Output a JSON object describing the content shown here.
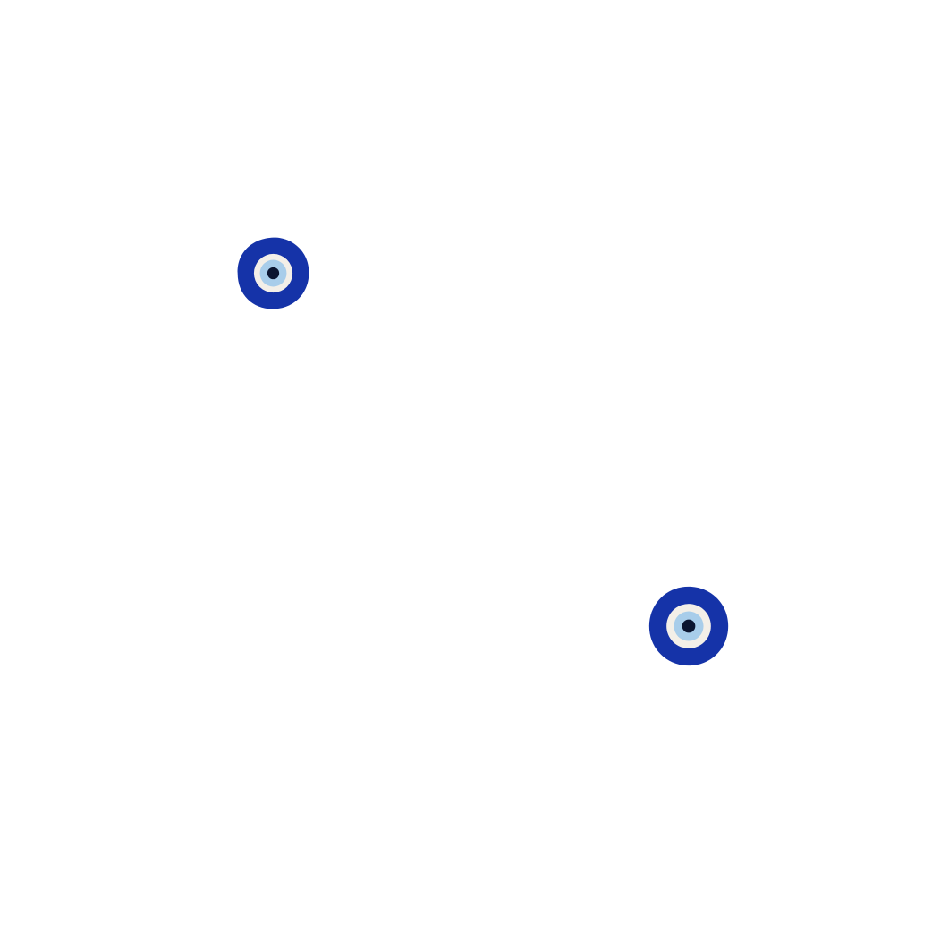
{
  "scene": {
    "background_color": "#ffffff",
    "objects": [
      {
        "name": "evil-eye-bead",
        "icon": "nazar-evil-eye-bead",
        "colors": {
          "outer": "#1533a8",
          "ring": "#f3efe8",
          "iris": "#a8cdea",
          "pupil": "#0b1530"
        }
      },
      {
        "name": "evil-eye-bead",
        "icon": "nazar-evil-eye-bead",
        "colors": {
          "outer": "#1533a8",
          "ring": "#f3efe8",
          "iris": "#a8cdea",
          "pupil": "#0b1530"
        }
      }
    ]
  }
}
